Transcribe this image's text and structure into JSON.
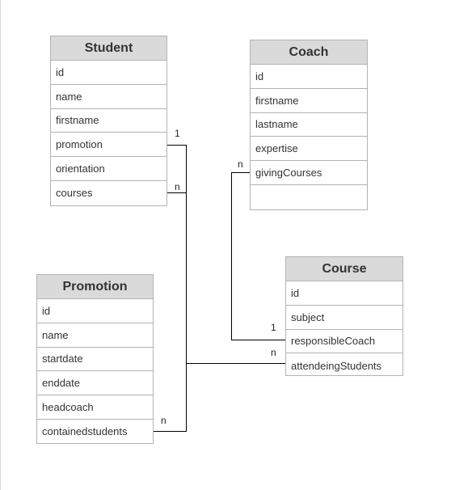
{
  "entities": {
    "student": {
      "title": "Student",
      "fields": [
        "id",
        "name",
        "firstname",
        "promotion",
        "orientation",
        "courses"
      ]
    },
    "coach": {
      "title": "Coach",
      "fields": [
        "id",
        "firstname",
        "lastname",
        "expertise",
        "givingCourses",
        ""
      ]
    },
    "course": {
      "title": "Course",
      "fields": [
        "id",
        "subject",
        "responsibleCoach",
        "attendeingStudents"
      ]
    },
    "promotion": {
      "title": "Promotion",
      "fields": [
        "id",
        "name",
        "startdate",
        "enddate",
        "headcoach",
        "containedstudents"
      ]
    }
  },
  "relationships": [
    {
      "from": "student.promotion",
      "from_card": "1",
      "to": "promotion.containedstudents",
      "to_card": "n"
    },
    {
      "from": "student.courses",
      "from_card": "n",
      "to": "course.attendeingStudents",
      "to_card": "n"
    },
    {
      "from": "coach.givingCourses",
      "from_card": "n",
      "to": "course.responsibleCoach",
      "to_card": "1"
    }
  ],
  "colors": {
    "header_bg": "#dadada",
    "border": "#b3b3b3",
    "line": "#000000"
  }
}
